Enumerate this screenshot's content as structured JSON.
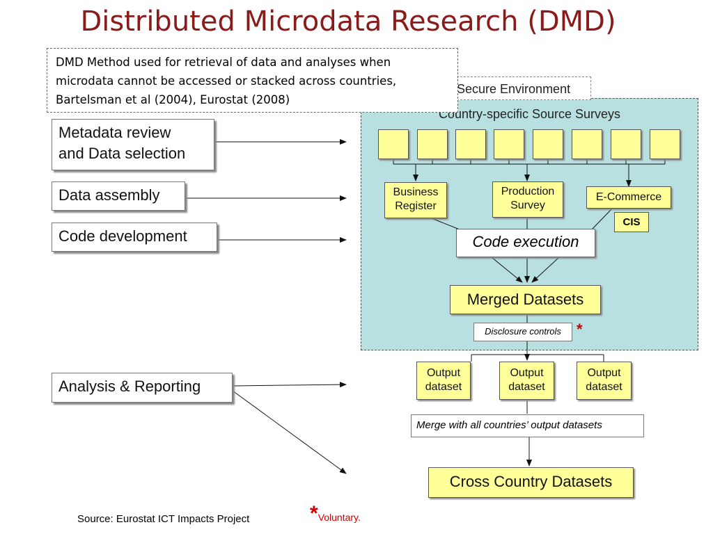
{
  "title": "Distributed Microdata Research (DMD)",
  "note": {
    "line1": "DMD Method used for retrieval of data and analyses  when",
    "line2": "microdata cannot be accessed or stacked across countries,",
    "line3": "Bartelsman et al (2004), Eurostat (2008)"
  },
  "steps": {
    "metadata_line1": "Metadata review",
    "metadata_line2": "and Data selection",
    "assembly": "Data assembly",
    "code": "Code development",
    "analysis": "Analysis & Reporting"
  },
  "secure_environment": "Secure Environment",
  "source_surveys_title": "Country-specific Source Surveys",
  "surveys": {
    "business_line1": "Business",
    "business_line2": "Register",
    "production_line1": "Production",
    "production_line2": "Survey",
    "ecommerce": "E-Commerce",
    "cis": "CIS"
  },
  "code_execution": "Code execution",
  "merged_datasets": "Merged Datasets",
  "disclosure_controls": "Disclosure controls",
  "asterisk": "*",
  "output_datasets": [
    {
      "line1": "Output",
      "line2": "dataset"
    },
    {
      "line1": "Output",
      "line2": "dataset"
    },
    {
      "line1": "Output",
      "line2": "dataset"
    }
  ],
  "merge_all": "Merge with all countries’ output datasets",
  "cross_country": "Cross Country Datasets",
  "footer": {
    "source": "Source: Eurostat ICT Impacts  Project",
    "voluntary": "Voluntary."
  },
  "colors": {
    "title": "#8b1a1a",
    "secure_area": "#b9e0e0",
    "data_box": "#ffff99",
    "asterisk": "#cc0000"
  }
}
